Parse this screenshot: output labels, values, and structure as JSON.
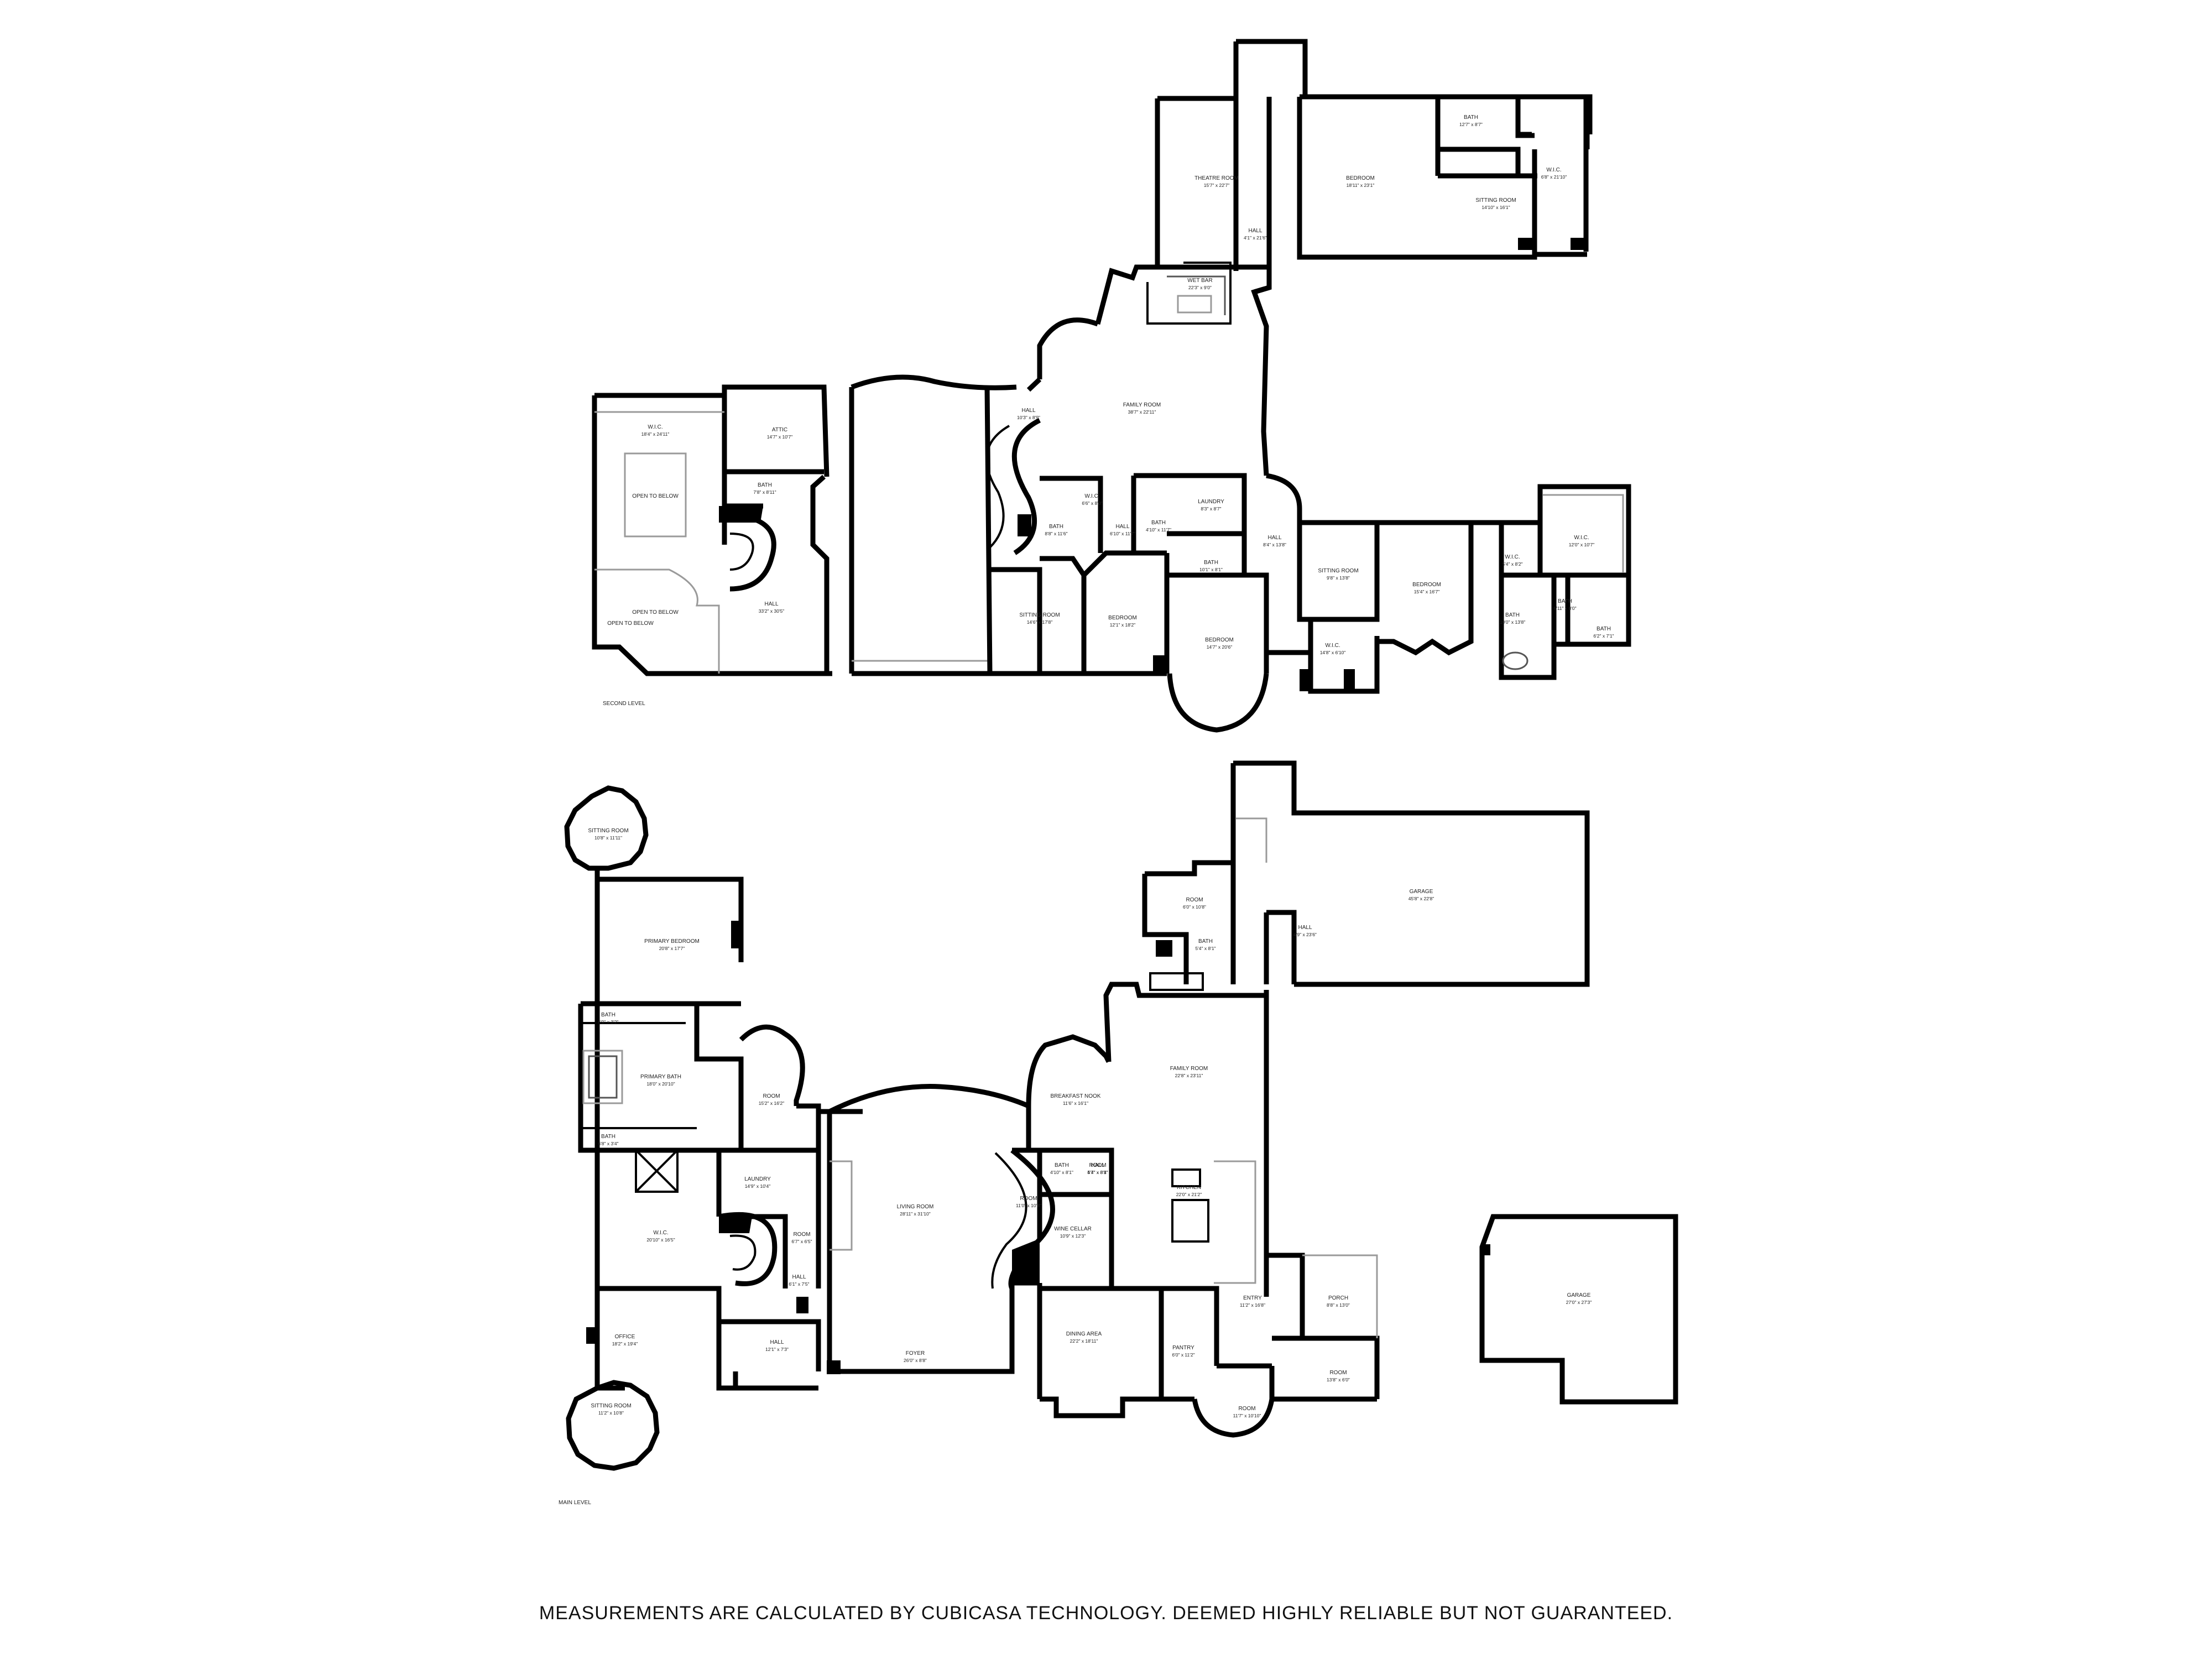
{
  "disclaimer": "MEASUREMENTS ARE CALCULATED BY CUBICASA TECHNOLOGY. DEEMED HIGHLY RELIABLE BUT NOT GUARANTEED.",
  "levels": {
    "second": "SECOND LEVEL",
    "main": "MAIN LEVEL"
  },
  "second_level_rooms": [
    {
      "name": "THEATRE ROOM",
      "dims": "15'7\" x 22'7\""
    },
    {
      "name": "BEDROOM",
      "dims": "18'11\" x 23'1\""
    },
    {
      "name": "BATH",
      "dims": "12'7\" x 8'7\""
    },
    {
      "name": "SITTING ROOM",
      "dims": "14'10\" x 16'1\""
    },
    {
      "name": "W.I.C.",
      "dims": "6'8\" x 21'10\""
    },
    {
      "name": "HALL",
      "dims": "4'1\" x 21'6\""
    },
    {
      "name": "WET BAR",
      "dims": "22'3\" x 9'0\""
    },
    {
      "name": "FAMILY ROOM",
      "dims": "38'7\" x 22'11\""
    },
    {
      "name": "HALL",
      "dims": "10'3\" x 8'9\""
    },
    {
      "name": "W.I.C.",
      "dims": "18'4\" x 24'11\""
    },
    {
      "name": "ATTIC",
      "dims": "14'7\" x 10'7\""
    },
    {
      "name": "BATH",
      "dims": "7'8\" x 8'11\""
    },
    {
      "name": "OPEN TO BELOW",
      "dims": ""
    },
    {
      "name": "OPEN TO BELOW",
      "dims": ""
    },
    {
      "name": "OPEN TO BELOW",
      "dims": ""
    },
    {
      "name": "HALL",
      "dims": "33'2\" x 30'5\""
    },
    {
      "name": "W.I.C.",
      "dims": "6'6\" x 8'0\""
    },
    {
      "name": "BATH",
      "dims": "8'8\" x 11'6\""
    },
    {
      "name": "HALL",
      "dims": "6'10\" x 11'7\""
    },
    {
      "name": "BATH",
      "dims": "4'10\" x 11'7\""
    },
    {
      "name": "LAUNDRY",
      "dims": "8'3\" x 8'7\""
    },
    {
      "name": "BATH",
      "dims": "10'1\" x 8'1\""
    },
    {
      "name": "HALL",
      "dims": "8'4\" x 13'8\""
    },
    {
      "name": "SITTING ROOM",
      "dims": "14'6\" x 17'8\""
    },
    {
      "name": "BEDROOM",
      "dims": "12'1\" x 18'2\""
    },
    {
      "name": "BEDROOM",
      "dims": "14'7\" x 20'6\""
    },
    {
      "name": "SITTING ROOM",
      "dims": "9'8\" x 13'8\""
    },
    {
      "name": "W.I.C.",
      "dims": "14'8\" x 6'10\""
    },
    {
      "name": "BEDROOM",
      "dims": "15'4\" x 16'7\""
    },
    {
      "name": "W.I.C.",
      "dims": "5'4\" x 8'2\""
    },
    {
      "name": "W.I.C.",
      "dims": "12'0\" x 10'7\""
    },
    {
      "name": "BATH",
      "dims": "10'0\" x 13'8\""
    },
    {
      "name": "BATH",
      "dims": "6'11\" x 8'0\""
    },
    {
      "name": "BATH",
      "dims": "6'2\" x 7'1\""
    }
  ],
  "main_level_rooms": [
    {
      "name": "SITTING ROOM",
      "dims": "10'8\" x 11'11\""
    },
    {
      "name": "PRIMARY BEDROOM",
      "dims": "20'8\" x 17'7\""
    },
    {
      "name": "BATH",
      "dims": "6'9\" x 3'2\""
    },
    {
      "name": "PRIMARY BATH",
      "dims": "18'0\" x 20'10\""
    },
    {
      "name": "BATH",
      "dims": "6'8\" x 3'4\""
    },
    {
      "name": "ROOM",
      "dims": "15'2\" x 16'2\""
    },
    {
      "name": "LAUNDRY",
      "dims": "14'9\" x 10'4\""
    },
    {
      "name": "W.I.C.",
      "dims": "20'10\" x 16'5\""
    },
    {
      "name": "ROOM",
      "dims": "6'7\" x 6'5\""
    },
    {
      "name": "HALL",
      "dims": "6'1\" x 7'5\""
    },
    {
      "name": "OFFICE",
      "dims": "18'2\" x 19'4\""
    },
    {
      "name": "HALL",
      "dims": "12'1\" x 7'3\""
    },
    {
      "name": "SITTING ROOM",
      "dims": "11'2\" x 10'8\""
    },
    {
      "name": "LIVING ROOM",
      "dims": "28'11\" x 31'10\""
    },
    {
      "name": "FOYER",
      "dims": "26'0\" x 8'8\""
    },
    {
      "name": "BREAKFAST NOOK",
      "dims": "11'6\" x 16'1\""
    },
    {
      "name": "ROOM",
      "dims": "11'0\" x 10'8\""
    },
    {
      "name": "BATH",
      "dims": "4'10\" x 8'1\""
    },
    {
      "name": "ROOM",
      "dims": "4'4\" x 8'8\""
    },
    {
      "name": "HALL",
      "dims": "4'9\" x 23'6\""
    },
    {
      "name": "GARAGE",
      "dims": "45'8\" x 22'8\""
    },
    {
      "name": "FAMILY ROOM",
      "dims": "22'8\" x 23'11\""
    },
    {
      "name": "ROOM",
      "dims": "6'0\" x 10'8\""
    },
    {
      "name": "BATH",
      "dims": "5'4\" x 8'1\""
    },
    {
      "name": "HALL",
      "dims": "5'7\" x 8'1\""
    },
    {
      "name": "WINE CELLAR",
      "dims": "10'9\" x 12'3\""
    },
    {
      "name": "KITCHEN",
      "dims": "22'0\" x 21'2\""
    },
    {
      "name": "DINING AREA",
      "dims": "22'2\" x 18'11\""
    },
    {
      "name": "PANTRY",
      "dims": "6'0\" x 11'2\""
    },
    {
      "name": "ENTRY",
      "dims": "11'2\" x 16'8\""
    },
    {
      "name": "PORCH",
      "dims": "8'8\" x 13'0\""
    },
    {
      "name": "ROOM",
      "dims": "11'7\" x 10'10\""
    },
    {
      "name": "ROOM",
      "dims": "13'8\" x 6'0\""
    },
    {
      "name": "GARAGE",
      "dims": "27'0\" x 27'3\""
    }
  ]
}
